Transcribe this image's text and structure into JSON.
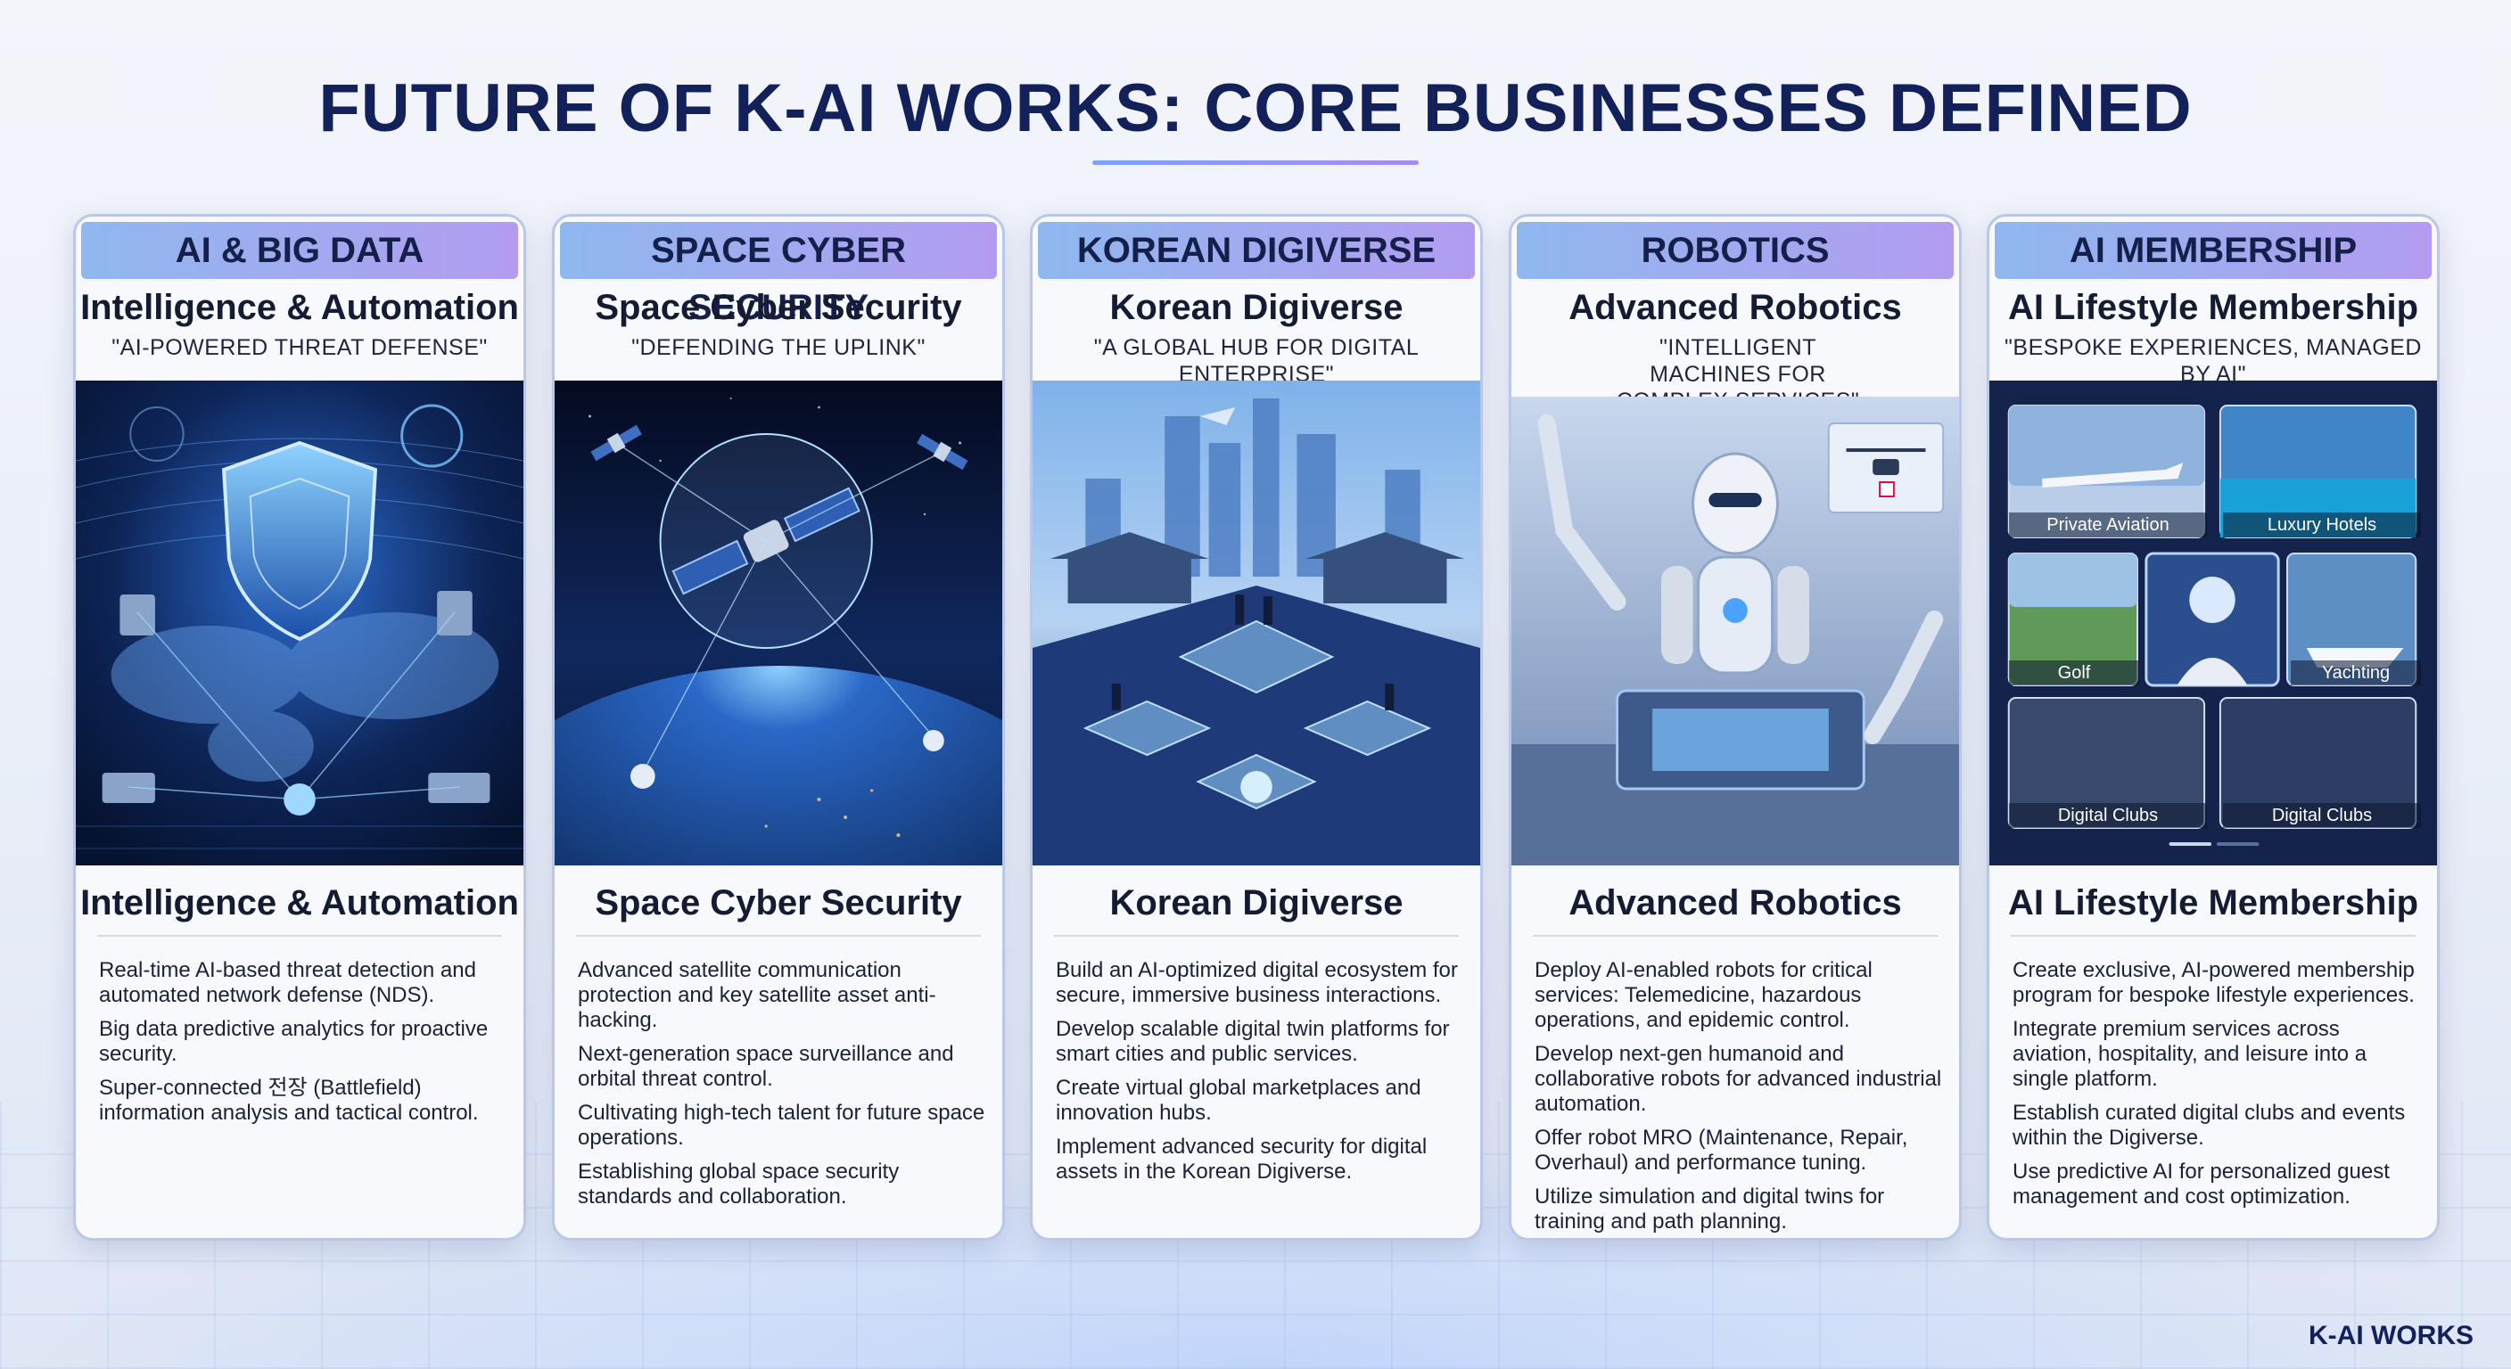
{
  "title": "FUTURE OF K-AI WORKS: CORE BUSINESSES DEFINED",
  "brand": "K-AI WORKS",
  "cards": [
    {
      "header": "AI & BIG DATA",
      "subtitle": "Intelligence & Automation",
      "tagline": "\"AI-POWERED THREAT DEFENSE\"",
      "section_title": "Intelligence & Automation",
      "bullets": [
        "Real-time AI-based threat detection and automated network defense (NDS).",
        "Big data predictive analytics for proactive security.",
        "Super-connected 전장 (Battlefield) information analysis and tactical control."
      ]
    },
    {
      "header": "SPACE CYBER SECURITY",
      "subtitle": "Space Cyber Security",
      "tagline": "\"DEFENDING THE UPLINK\"",
      "section_title": "Space Cyber Security",
      "bullets": [
        "Advanced satellite communication protection and key satellite asset anti-hacking.",
        "Next-generation space surveillance and orbital threat control.",
        "Cultivating high-tech talent for future space operations.",
        "Establishing global space security standards and collaboration."
      ]
    },
    {
      "header": "KOREAN DIGIVERSE",
      "subtitle": "Korean Digiverse",
      "tagline": "\"A GLOBAL HUB FOR DIGITAL ENTERPRISE\"",
      "section_title": "Korean Digiverse",
      "bullets": [
        "Build an AI-optimized digital ecosystem for secure, immersive business interactions.",
        "Develop scalable digital twin platforms for smart cities and public services.",
        "Create virtual global marketplaces and innovation hubs.",
        "Implement advanced security for digital assets in the Korean Digiverse."
      ]
    },
    {
      "header": "ROBOTICS",
      "subtitle": "Advanced Robotics",
      "tagline": "\"INTELLIGENT MACHINES FOR COMPLEX SERVICES\"",
      "section_title": "Advanced Robotics",
      "bullets": [
        "Deploy AI-enabled robots for critical services: Telemedicine, hazardous operations, and epidemic control.",
        "Develop next-gen humanoid and collaborative robots for advanced industrial automation.",
        "Offer robot MRO (Maintenance, Repair, Overhaul) and performance tuning.",
        "Utilize simulation and digital twins for training and path planning."
      ]
    },
    {
      "header": "AI MEMBERSHIP",
      "subtitle": "AI Lifestyle Membership",
      "tagline": "\"BESPOKE EXPERIENCES, MANAGED BY AI\"",
      "section_title": "AI Lifestyle Membership",
      "tiles": [
        "Private Aviation",
        "Luxury Hotels",
        "Golf",
        "Yachting",
        "Digital Clubs",
        "Digital Clubs"
      ],
      "bullets": [
        "Create exclusive, AI-powered membership program for bespoke lifestyle experiences.",
        "Integrate premium services across aviation, hospitality, and leisure into a single platform.",
        "Establish curated digital clubs and events within the Digiverse.",
        "Use predictive AI for personalized guest management and cost optimization."
      ]
    }
  ]
}
